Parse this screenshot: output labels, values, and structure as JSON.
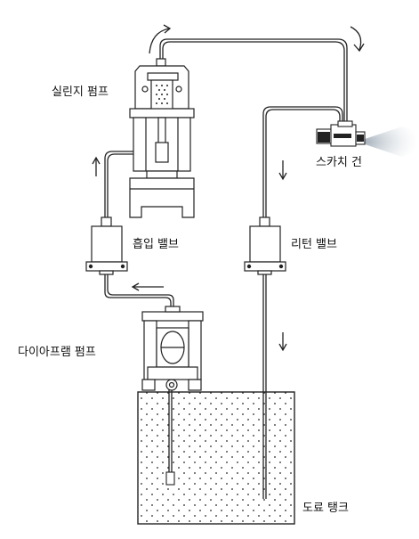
{
  "labels": {
    "syringe_pump": "실린지 펌프",
    "spray_gun": "스카치 건",
    "suction_valve": "흡입 밸브",
    "return_valve": "리턴 밸브",
    "diaphragm_pump": "다이아프램 펌프",
    "paint_tank": "도료 탱크"
  },
  "colors": {
    "line": "#222222",
    "tank_fill": "#ffffff",
    "spray_mist": "#c8d0d8"
  }
}
